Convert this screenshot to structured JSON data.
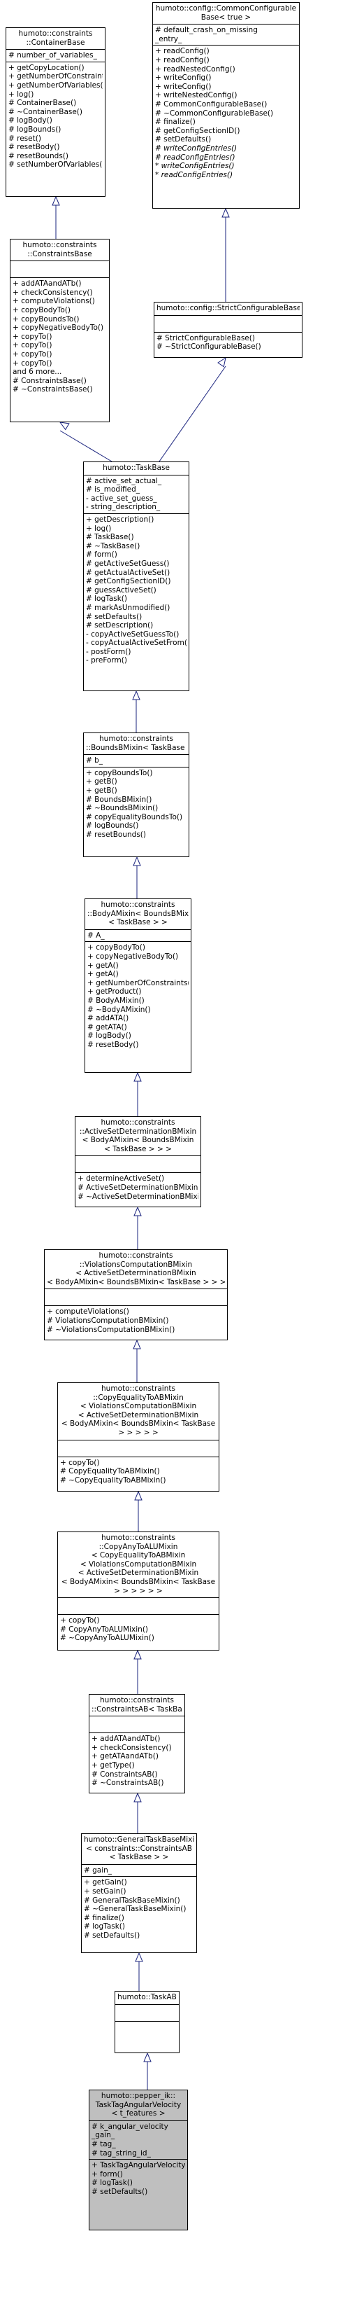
{
  "classes": [
    {
      "id": "ContainerBase",
      "title": [
        "humoto::constraints",
        "::ContainerBase"
      ],
      "attributes": [
        {
          "text": "# number_of_variables_"
        }
      ],
      "methods": [
        {
          "text": "+ getCopyLocation()"
        },
        {
          "text": "+ getNumberOfConstraints()"
        },
        {
          "text": "+ getNumberOfVariables()"
        },
        {
          "text": "+ log()"
        },
        {
          "text": "# ContainerBase()"
        },
        {
          "text": "# ~ContainerBase()"
        },
        {
          "text": "# logBody()"
        },
        {
          "text": "# logBounds()"
        },
        {
          "text": "# reset()"
        },
        {
          "text": "# resetBody()"
        },
        {
          "text": "# resetBounds()"
        },
        {
          "text": "# setNumberOfVariables()"
        }
      ]
    },
    {
      "id": "ConstraintsBase",
      "title": [
        "humoto::constraints",
        "::ConstraintsBase"
      ],
      "attributes": [],
      "methods": [
        {
          "text": "+ addATAandATb()"
        },
        {
          "text": "+ checkConsistency()"
        },
        {
          "text": "+ computeViolations()"
        },
        {
          "text": "+ copyBodyTo()"
        },
        {
          "text": "+ copyBoundsTo()"
        },
        {
          "text": "+ copyNegativeBodyTo()"
        },
        {
          "text": "+ copyTo()"
        },
        {
          "text": "+ copyTo()"
        },
        {
          "text": "+ copyTo()"
        },
        {
          "text": "+ copyTo()"
        },
        {
          "text": "and 6 more..."
        },
        {
          "text": "# ConstraintsBase()"
        },
        {
          "text": "# ~ConstraintsBase()"
        }
      ]
    },
    {
      "id": "CommonConfigurableBase",
      "title": [
        "humoto::config::CommonConfigurable",
        "Base< true >"
      ],
      "attributes": [
        {
          "text": "# default_crash_on_missing"
        },
        {
          "text": "_entry_"
        }
      ],
      "methods": [
        {
          "text": "+ readConfig()"
        },
        {
          "text": "+ readConfig()"
        },
        {
          "text": "+ readNestedConfig()"
        },
        {
          "text": "+ writeConfig()"
        },
        {
          "text": "+ writeConfig()"
        },
        {
          "text": "+ writeNestedConfig()"
        },
        {
          "text": "# CommonConfigurableBase()"
        },
        {
          "text": "# ~CommonConfigurableBase()"
        },
        {
          "text": "# finalize()"
        },
        {
          "text": "# getConfigSectionID()"
        },
        {
          "text": "# setDefaults()"
        },
        {
          "text": "# writeConfigEntries()",
          "italic": true
        },
        {
          "text": "# readConfigEntries()",
          "italic": true
        },
        {
          "text": "* writeConfigEntries()",
          "italic": true
        },
        {
          "text": "* readConfigEntries()",
          "italic": true
        }
      ]
    },
    {
      "id": "StrictConfigurableBase",
      "title": [
        "humoto::config::StrictConfigurableBase"
      ],
      "attributes": [],
      "methods": [
        {
          "text": "# StrictConfigurableBase()"
        },
        {
          "text": "# ~StrictConfigurableBase()"
        }
      ]
    },
    {
      "id": "TaskBase",
      "title": [
        "humoto::TaskBase"
      ],
      "attributes": [
        {
          "text": "# active_set_actual_"
        },
        {
          "text": "# is_modified_"
        },
        {
          "text": "- active_set_guess_"
        },
        {
          "text": "- string_description_"
        }
      ],
      "methods": [
        {
          "text": "+ getDescription()"
        },
        {
          "text": "+ log()"
        },
        {
          "text": "# TaskBase()"
        },
        {
          "text": "# ~TaskBase()"
        },
        {
          "text": "# form()"
        },
        {
          "text": "# getActiveSetGuess()"
        },
        {
          "text": "# getActualActiveSet()"
        },
        {
          "text": "# getConfigSectionID()"
        },
        {
          "text": "# guessActiveSet()"
        },
        {
          "text": "# logTask()"
        },
        {
          "text": "# markAsUnmodified()"
        },
        {
          "text": "# setDefaults()"
        },
        {
          "text": "# setDescription()"
        },
        {
          "text": "- copyActiveSetGuessTo()"
        },
        {
          "text": "- copyActualActiveSetFrom()"
        },
        {
          "text": "- postForm()"
        },
        {
          "text": "- preForm()"
        }
      ]
    },
    {
      "id": "BoundsBMixin",
      "title": [
        "humoto::constraints",
        "::BoundsBMixin< TaskBase >"
      ],
      "attributes": [
        {
          "text": "# b_"
        }
      ],
      "methods": [
        {
          "text": "+ copyBoundsTo()"
        },
        {
          "text": "+ getB()"
        },
        {
          "text": "+ getB()"
        },
        {
          "text": "# BoundsBMixin()"
        },
        {
          "text": "# ~BoundsBMixin()"
        },
        {
          "text": "# copyEqualityBoundsTo()"
        },
        {
          "text": "# logBounds()"
        },
        {
          "text": "# resetBounds()"
        }
      ]
    },
    {
      "id": "BodyAMixin",
      "title": [
        "humoto::constraints",
        "::BodyAMixin< BoundsBMixin",
        "< TaskBase > >"
      ],
      "attributes": [
        {
          "text": "# A_"
        }
      ],
      "methods": [
        {
          "text": "+ copyBodyTo()"
        },
        {
          "text": "+ copyNegativeBodyTo()"
        },
        {
          "text": "+ getA()"
        },
        {
          "text": "+ getA()"
        },
        {
          "text": "+ getNumberOfConstraints()"
        },
        {
          "text": "+ getProduct()"
        },
        {
          "text": "# BodyAMixin()"
        },
        {
          "text": "# ~BodyAMixin()"
        },
        {
          "text": "# addATA()"
        },
        {
          "text": "# getATA()"
        },
        {
          "text": "# logBody()"
        },
        {
          "text": "# resetBody()"
        }
      ]
    },
    {
      "id": "ActiveSetDeterminationBMixin",
      "title": [
        "humoto::constraints",
        "::ActiveSetDeterminationBMixin",
        "< BodyAMixin< BoundsBMixin",
        "< TaskBase > > >"
      ],
      "attributes": [],
      "methods": [
        {
          "text": "+ determineActiveSet()"
        },
        {
          "text": "# ActiveSetDeterminationBMixin()"
        },
        {
          "text": "# ~ActiveSetDeterminationBMixin()"
        }
      ]
    },
    {
      "id": "ViolationsComputationBMixin",
      "title": [
        "humoto::constraints",
        "::ViolationsComputationBMixin",
        "< ActiveSetDeterminationBMixin",
        "< BodyAMixin< BoundsBMixin< TaskBase > > > >"
      ],
      "attributes": [],
      "methods": [
        {
          "text": "+ computeViolations()"
        },
        {
          "text": "# ViolationsComputationBMixin()"
        },
        {
          "text": "# ~ViolationsComputationBMixin()"
        }
      ]
    },
    {
      "id": "CopyEqualityToABMixin",
      "title": [
        "humoto::constraints",
        "::CopyEqualityToABMixin",
        "< ViolationsComputationBMixin",
        "< ActiveSetDeterminationBMixin",
        "< BodyAMixin< BoundsBMixin< TaskBase",
        "> > > > >"
      ],
      "attributes": [],
      "methods": [
        {
          "text": "+ copyTo()"
        },
        {
          "text": "# CopyEqualityToABMixin()"
        },
        {
          "text": "# ~CopyEqualityToABMixin()"
        }
      ]
    },
    {
      "id": "CopyAnyToALUMixin",
      "title": [
        "humoto::constraints",
        "::CopyAnyToALUMixin",
        "< CopyEqualityToABMixin",
        "< ViolationsComputationBMixin",
        "< ActiveSetDeterminationBMixin",
        "< BodyAMixin< BoundsBMixin< TaskBase",
        "> > > > > >"
      ],
      "attributes": [],
      "methods": [
        {
          "text": "+ copyTo()"
        },
        {
          "text": "# CopyAnyToALUMixin()"
        },
        {
          "text": "# ~CopyAnyToALUMixin()"
        }
      ]
    },
    {
      "id": "ConstraintsAB",
      "title": [
        "humoto::constraints",
        "::ConstraintsAB< TaskBase >"
      ],
      "attributes": [],
      "methods": [
        {
          "text": "+ addATAandATb()"
        },
        {
          "text": "+ checkConsistency()"
        },
        {
          "text": "+ getATAandATb()"
        },
        {
          "text": "+ getType()"
        },
        {
          "text": "# ConstraintsAB()"
        },
        {
          "text": "# ~ConstraintsAB()"
        }
      ]
    },
    {
      "id": "GeneralTaskBaseMixin",
      "title": [
        "humoto::GeneralTaskBaseMixin",
        "< constraints::ConstraintsAB",
        "< TaskBase > >"
      ],
      "attributes": [
        {
          "text": "# gain_"
        }
      ],
      "methods": [
        {
          "text": "+ getGain()"
        },
        {
          "text": "+ setGain()"
        },
        {
          "text": "# GeneralTaskBaseMixin()"
        },
        {
          "text": "# ~GeneralTaskBaseMixin()"
        },
        {
          "text": "# finalize()"
        },
        {
          "text": "# logTask()"
        },
        {
          "text": "# setDefaults()"
        }
      ]
    },
    {
      "id": "TaskAB",
      "title": [
        "humoto::TaskAB"
      ],
      "attributes": [],
      "methods": []
    },
    {
      "id": "TaskTagAngularVelocity",
      "title": [
        "humoto::pepper_ik::",
        "TaskTagAngularVelocity",
        "< t_features >"
      ],
      "attributes": [
        {
          "text": "# k_angular_velocity"
        },
        {
          "text": "_gain_"
        },
        {
          "text": "# tag_"
        },
        {
          "text": "# tag_string_id_"
        }
      ],
      "methods": [
        {
          "text": "+ TaskTagAngularVelocity()"
        },
        {
          "text": "+ form()"
        },
        {
          "text": "# logTask()"
        },
        {
          "text": "# setDefaults()"
        }
      ]
    }
  ]
}
